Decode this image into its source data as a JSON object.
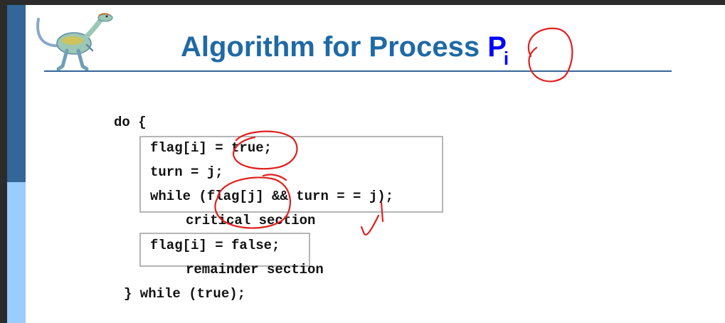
{
  "slide": {
    "title": "Algorithm for Process ",
    "title_letter": "P",
    "title_subscript": "i",
    "logo_icon": "dinosaur-icon",
    "colors": {
      "title": "#1f6aa5",
      "subscript": "#0000ff",
      "band_dark": "#336699",
      "band_light": "#99ccff",
      "ink": "#e02020"
    }
  },
  "code": {
    "lines": [
      "do {",
      "flag[i] = true;",
      "turn = j;",
      "while (flag[j] && turn = = j);",
      "critical section",
      "flag[i] = false;",
      "remainder section",
      "} while (true);"
    ]
  }
}
